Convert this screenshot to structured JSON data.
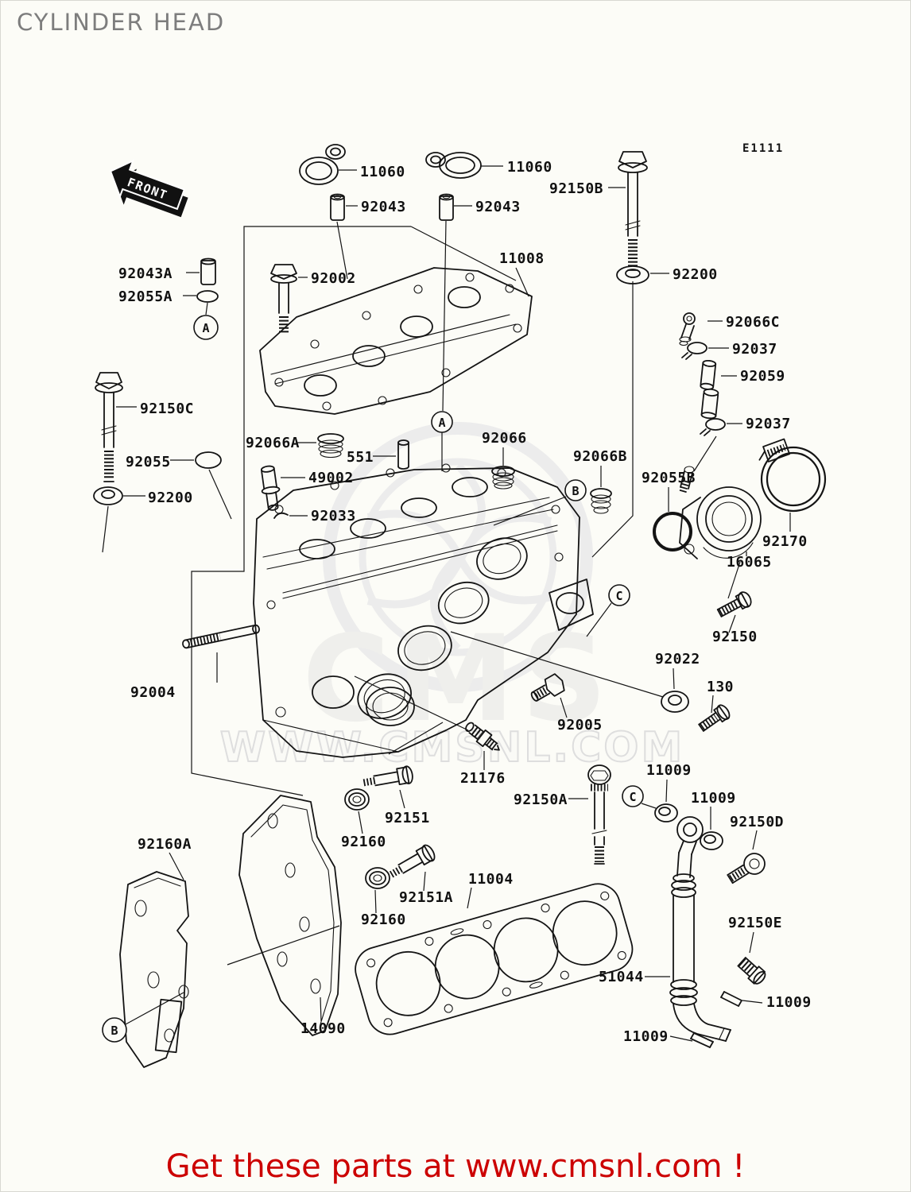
{
  "header": {
    "title": "CYLINDER HEAD",
    "diagram_code": "E1111"
  },
  "front_arrow": {
    "label": "FRONT"
  },
  "watermark": {
    "logo": "CMS",
    "url": "WWW.CMSNL.COM"
  },
  "footer": {
    "text": "Get these parts at www.cmsnl.com !"
  },
  "colors": {
    "line": "#141414",
    "title_gray": "#7d7d7d",
    "footer_red": "#cc0000",
    "watermark_gray": "#ececec"
  },
  "badges": {
    "a": "A",
    "b": "B",
    "c": "C"
  },
  "callouts": {
    "c11060_left": "11060",
    "c11060_right": "11060",
    "c92043_left": "92043",
    "c92043_right": "92043",
    "c92150b": "92150B",
    "c92200_right": "92200",
    "c11008": "11008",
    "c92002": "92002",
    "c92043a": "92043A",
    "c92055a": "92055A",
    "c92150c": "92150C",
    "c92055": "92055",
    "c92200_left": "92200",
    "c92066a": "92066A",
    "c551": "551",
    "c49002": "49002",
    "c92033": "92033",
    "c92066": "92066",
    "c92066b": "92066B",
    "c92066c": "92066C",
    "c92037_top": "92037",
    "c92059": "92059",
    "c92037_bottom": "92037",
    "c92055b": "92055B",
    "c92170": "92170",
    "c16065": "16065",
    "c92150": "92150",
    "c92004": "92004",
    "c92022": "92022",
    "c130": "130",
    "c92005": "92005",
    "c21176": "21176",
    "c92150a": "92150A",
    "c11009_a": "11009",
    "c11009_b": "11009",
    "c92150d": "92150D",
    "c92151": "92151",
    "c92160_1": "92160",
    "c92160a": "92160A",
    "c92151a": "92151A",
    "c92160_2": "92160",
    "c11004": "11004",
    "c92150e": "92150E",
    "c51044": "51044",
    "c11009_c": "11009",
    "c14090": "14090",
    "c11009_d": "11009"
  }
}
